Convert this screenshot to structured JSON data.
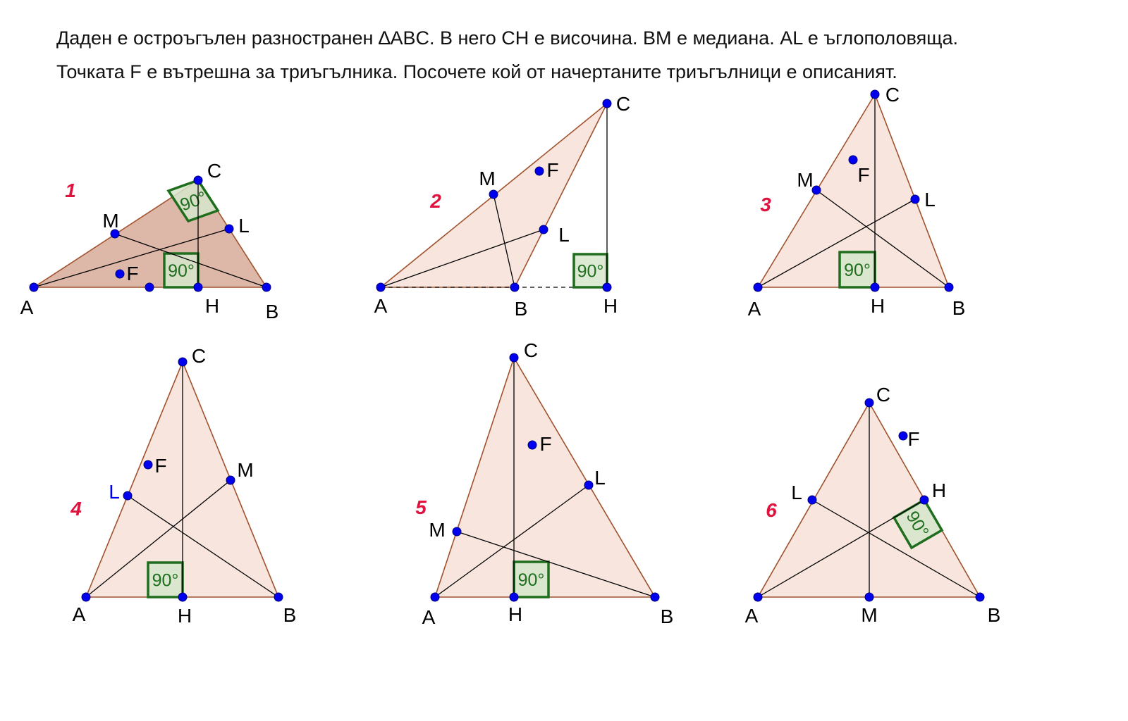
{
  "prompt": {
    "line1": "Даден е остроъгълен разностранен ∆ABC. В него CH е височина. BM е медиана. AL е ъглополовяща.",
    "line2": "Точката F е вътрешна за триъгълника. Посочете кой от начертаните триъгълници е описаният."
  },
  "right_angle_label": "90°",
  "colors": {
    "edge": "#a0522d",
    "fill_light": "#f8e5de",
    "fill_dark": "#ddb8a8",
    "point": "#0000ee",
    "marker": "#1e6e1e",
    "marker_fill": "#d6e6cc",
    "number": "#e0123e",
    "segment": "#000000"
  },
  "figures": [
    {
      "number": "1",
      "points": [
        {
          "key": "A",
          "label": "A"
        },
        {
          "key": "B",
          "label": "B"
        },
        {
          "key": "C",
          "label": "C"
        },
        {
          "key": "M",
          "label": "M"
        },
        {
          "key": "L",
          "label": "L"
        },
        {
          "key": "H",
          "label": "H"
        },
        {
          "key": "F",
          "label": "F"
        },
        {
          "key": "P",
          "label": ""
        }
      ]
    },
    {
      "number": "2",
      "points": [
        {
          "key": "A",
          "label": "A"
        },
        {
          "key": "B",
          "label": "B"
        },
        {
          "key": "C",
          "label": "C"
        },
        {
          "key": "M",
          "label": "M"
        },
        {
          "key": "L",
          "label": "L"
        },
        {
          "key": "H",
          "label": "H"
        },
        {
          "key": "F",
          "label": "F"
        }
      ]
    },
    {
      "number": "3",
      "points": [
        {
          "key": "A",
          "label": "A"
        },
        {
          "key": "B",
          "label": "B"
        },
        {
          "key": "C",
          "label": "C"
        },
        {
          "key": "M",
          "label": "M"
        },
        {
          "key": "L",
          "label": "L"
        },
        {
          "key": "H",
          "label": "H"
        },
        {
          "key": "F",
          "label": "F"
        }
      ]
    },
    {
      "number": "4",
      "points": [
        {
          "key": "A",
          "label": "A"
        },
        {
          "key": "B",
          "label": "B"
        },
        {
          "key": "C",
          "label": "C"
        },
        {
          "key": "M",
          "label": "M"
        },
        {
          "key": "L",
          "label": "L"
        },
        {
          "key": "H",
          "label": "H"
        },
        {
          "key": "F",
          "label": "F"
        }
      ]
    },
    {
      "number": "5",
      "points": [
        {
          "key": "A",
          "label": "A"
        },
        {
          "key": "B",
          "label": "B"
        },
        {
          "key": "C",
          "label": "C"
        },
        {
          "key": "M",
          "label": "M"
        },
        {
          "key": "L",
          "label": "L"
        },
        {
          "key": "H",
          "label": "H"
        },
        {
          "key": "F",
          "label": "F"
        }
      ]
    },
    {
      "number": "6",
      "points": [
        {
          "key": "A",
          "label": "A"
        },
        {
          "key": "B",
          "label": "B"
        },
        {
          "key": "C",
          "label": "C"
        },
        {
          "key": "M",
          "label": "M"
        },
        {
          "key": "L",
          "label": "L"
        },
        {
          "key": "H",
          "label": "H"
        },
        {
          "key": "F",
          "label": "F"
        }
      ]
    }
  ]
}
